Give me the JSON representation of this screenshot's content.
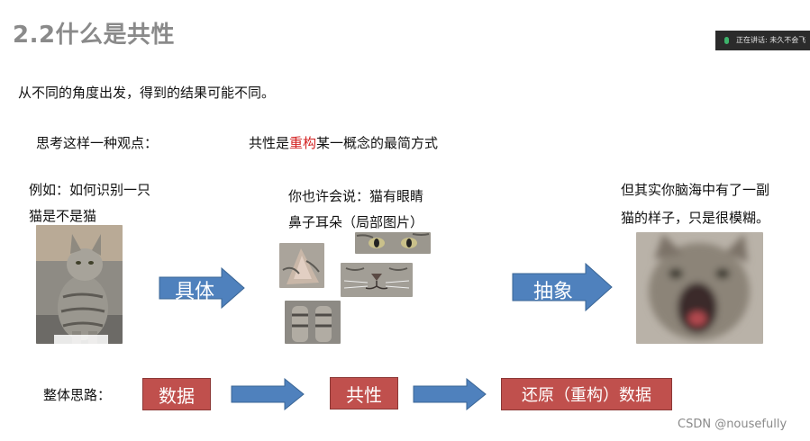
{
  "slide": {
    "title": "2.2什么是共性",
    "meeting_status": "正在讲话: 未久不会飞",
    "intro": "从不同的角度出发，得到的结果可能不同。",
    "viewpoint_label": "思考这样一种观点：",
    "viewpoint_pre": "共性是",
    "viewpoint_highlight": "重构",
    "viewpoint_post": "某一概念的最简方式",
    "example_line1": "例如：如何识别一只",
    "example_line2": "猫是不是猫",
    "parts_line1": "你也许会说：猫有眼睛",
    "parts_line2": "鼻子耳朵（局部图片）",
    "blur_line1": "但其实你脑海中有了一副",
    "blur_line2": "猫的样子，只是很模糊。",
    "arrow_concrete": "具体",
    "arrow_abstract": "抽象",
    "flow_label": "整体思路：",
    "flow_steps": [
      "数据",
      "共性",
      "还原（重构）数据"
    ],
    "watermark": "CSDN @nousefully"
  },
  "colors": {
    "title": "#8a8a8a",
    "highlight": "#d32222",
    "arrow_fill": "#4f81bd",
    "arrow_stroke": "#3a6595",
    "box_fill": "#c0504d"
  },
  "icons": [
    "microphone-icon",
    "right-arrow-shape"
  ]
}
